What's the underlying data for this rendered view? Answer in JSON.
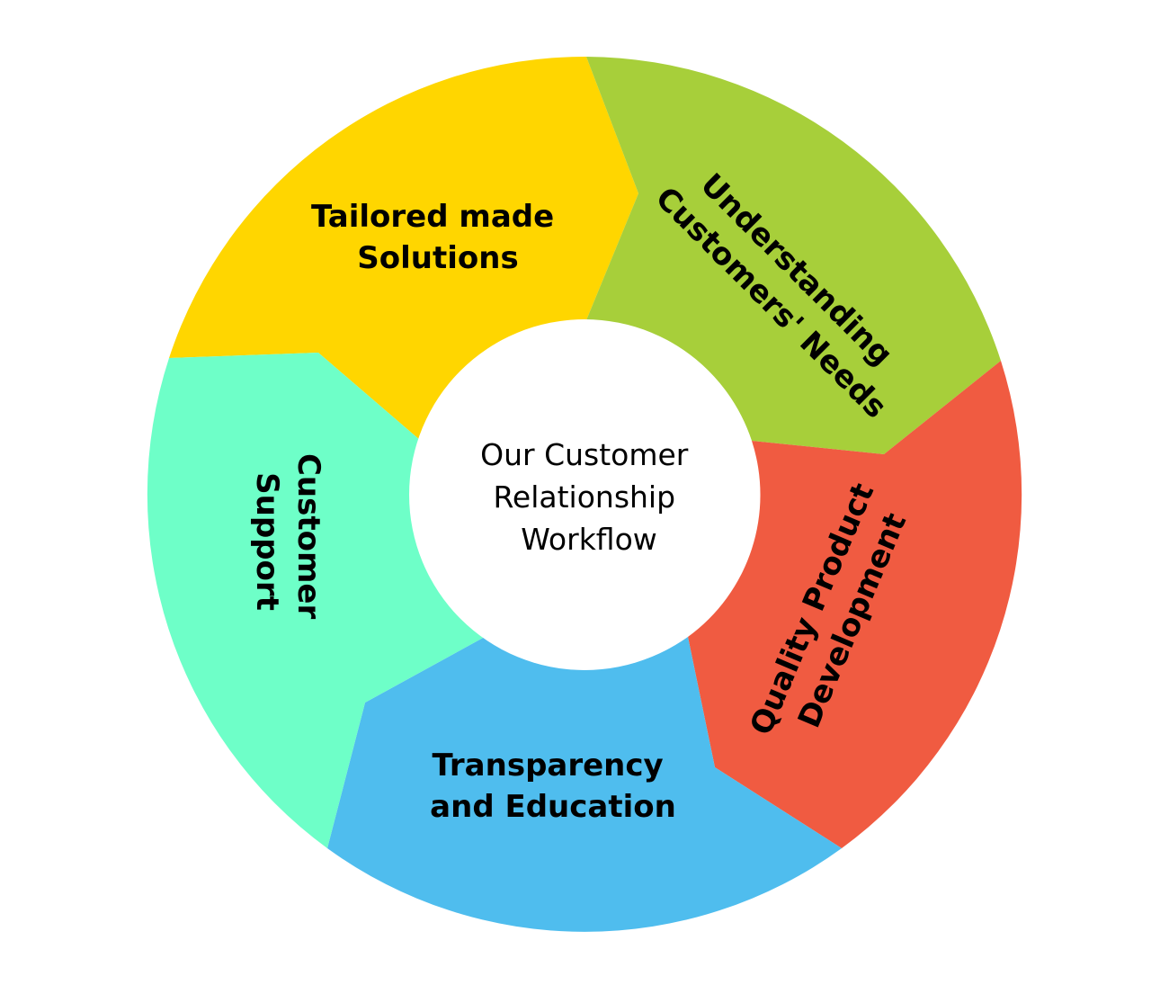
{
  "colors": {
    "background": "#ffffff",
    "center_fill": "#ffffff",
    "text": "#000000"
  },
  "center": {
    "lines": [
      "Our Customer",
      "Relationship",
      "Workflow"
    ]
  },
  "segments": [
    {
      "key": "tailored",
      "color": "#ffd600",
      "lines": [
        "Tailored made",
        "Solutions"
      ]
    },
    {
      "key": "understanding",
      "color": "#a7cf3a",
      "lines": [
        "Understanding",
        "Customers' Needs"
      ]
    },
    {
      "key": "quality",
      "color": "#f05b41",
      "lines": [
        "Quality Product",
        "Development"
      ]
    },
    {
      "key": "transparency",
      "color": "#4fbdee",
      "lines": [
        "Transparency",
        "and Education"
      ]
    },
    {
      "key": "support",
      "color": "#6effc8",
      "lines": [
        "Customer",
        "Support"
      ]
    }
  ]
}
